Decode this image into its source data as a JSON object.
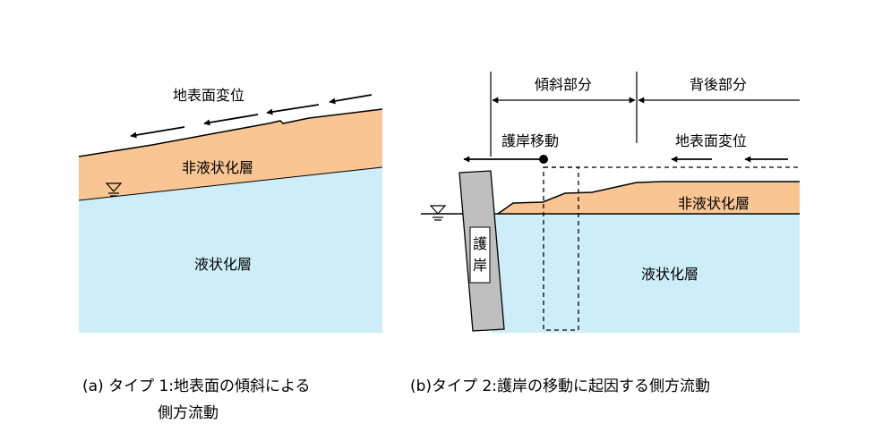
{
  "colors": {
    "liquefied_layer": "#cdeef8",
    "nonliquefied_layer": "#f9c593",
    "quay_wall": "#bfbfbf",
    "line": "#000000"
  },
  "diagram_a": {
    "displacement_label": "地表面変位",
    "nonliquefied_label": "非液状化層",
    "liquefied_label": "液状化層",
    "water_level_icon": "water-level-triangle"
  },
  "diagram_b": {
    "slope_part_label": "傾斜部分",
    "back_part_label": "背後部分",
    "wall_movement_label": "護岸移動",
    "displacement_label": "地表面変位",
    "nonliquefied_label": "非液状化層",
    "liquefied_label": "液状化層",
    "quay_wall_char_1": "護",
    "quay_wall_char_2": "岸",
    "water_level_icon": "water-level-triangle"
  },
  "captions": {
    "a_line1": "(a) タイプ 1:地表面の傾斜による",
    "a_line2": "側方流動",
    "b_line1": "(b)タイプ 2:護岸の移動に起因する側方流動"
  }
}
